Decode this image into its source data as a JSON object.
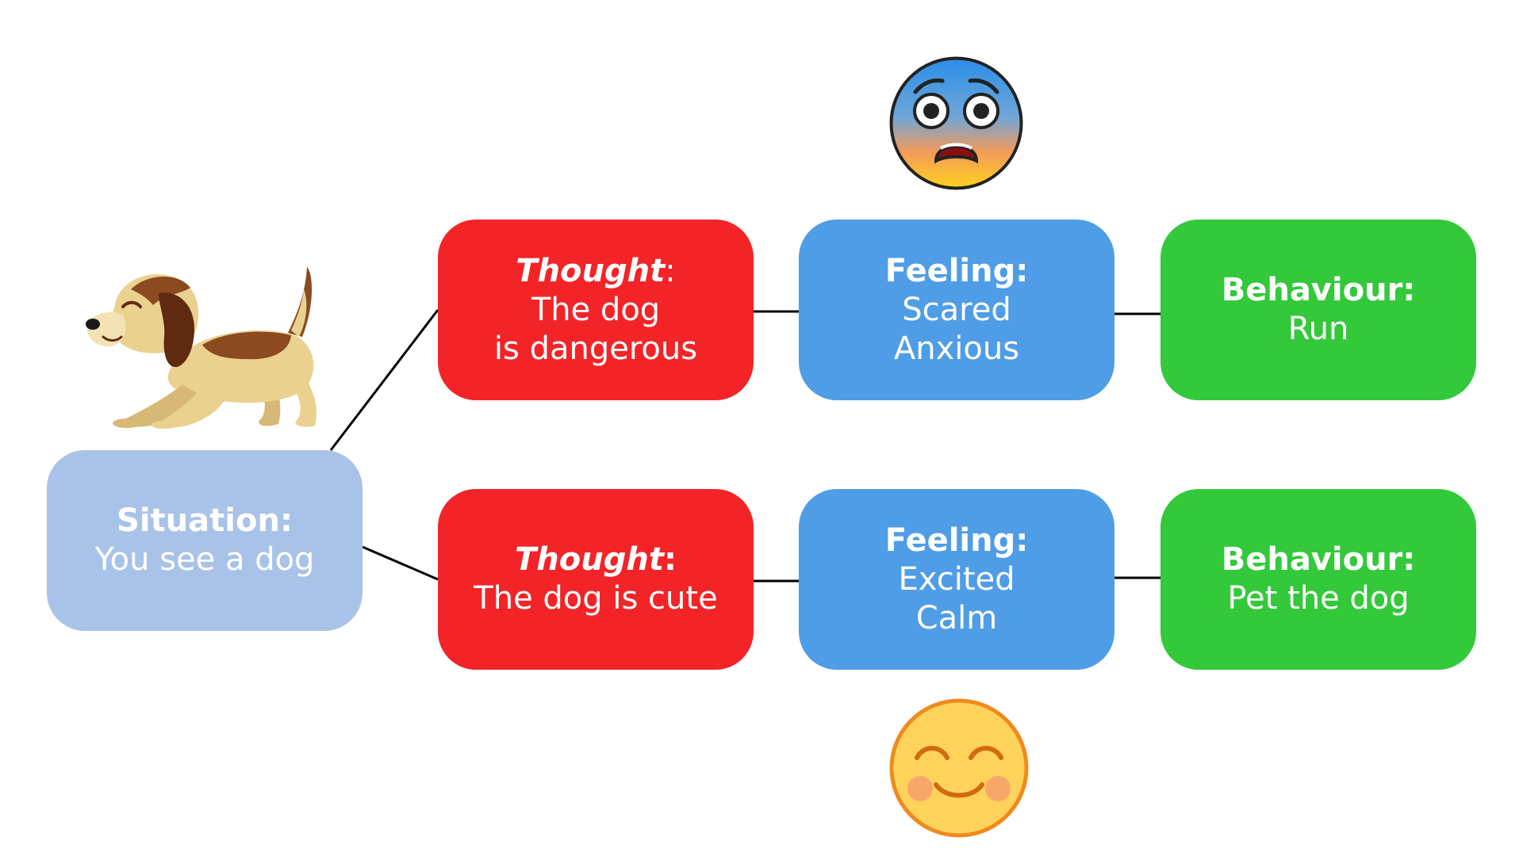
{
  "situation": {
    "heading": "Situation:",
    "lines": [
      "You see a dog"
    ]
  },
  "branches": [
    {
      "thought": {
        "heading_word": "Thought",
        "heading_suffix": ":",
        "lines": [
          "The dog",
          "is dangerous"
        ]
      },
      "feeling": {
        "heading": "Feeling:",
        "lines": [
          "Scared",
          "Anxious"
        ]
      },
      "behaviour": {
        "heading": "Behaviour:",
        "lines": [
          "Run"
        ]
      },
      "emoji": "fearful-face-icon"
    },
    {
      "thought": {
        "heading_word": "Thought",
        "heading_suffix": ":",
        "lines": [
          "The dog is cute"
        ]
      },
      "feeling": {
        "heading": "Feeling:",
        "lines": [
          "Excited",
          "Calm"
        ]
      },
      "behaviour": {
        "heading": "Behaviour:",
        "lines": [
          "Pet the dog"
        ]
      },
      "emoji": "smiling-face-icon"
    }
  ],
  "illustrations": {
    "situation": "dog-icon"
  },
  "colors": {
    "situation": "#a9c3e8",
    "thought": "#f22427",
    "feeling": "#4f9de6",
    "behaviour": "#33c93a",
    "connector": "#000000",
    "text": "#ffffff"
  }
}
